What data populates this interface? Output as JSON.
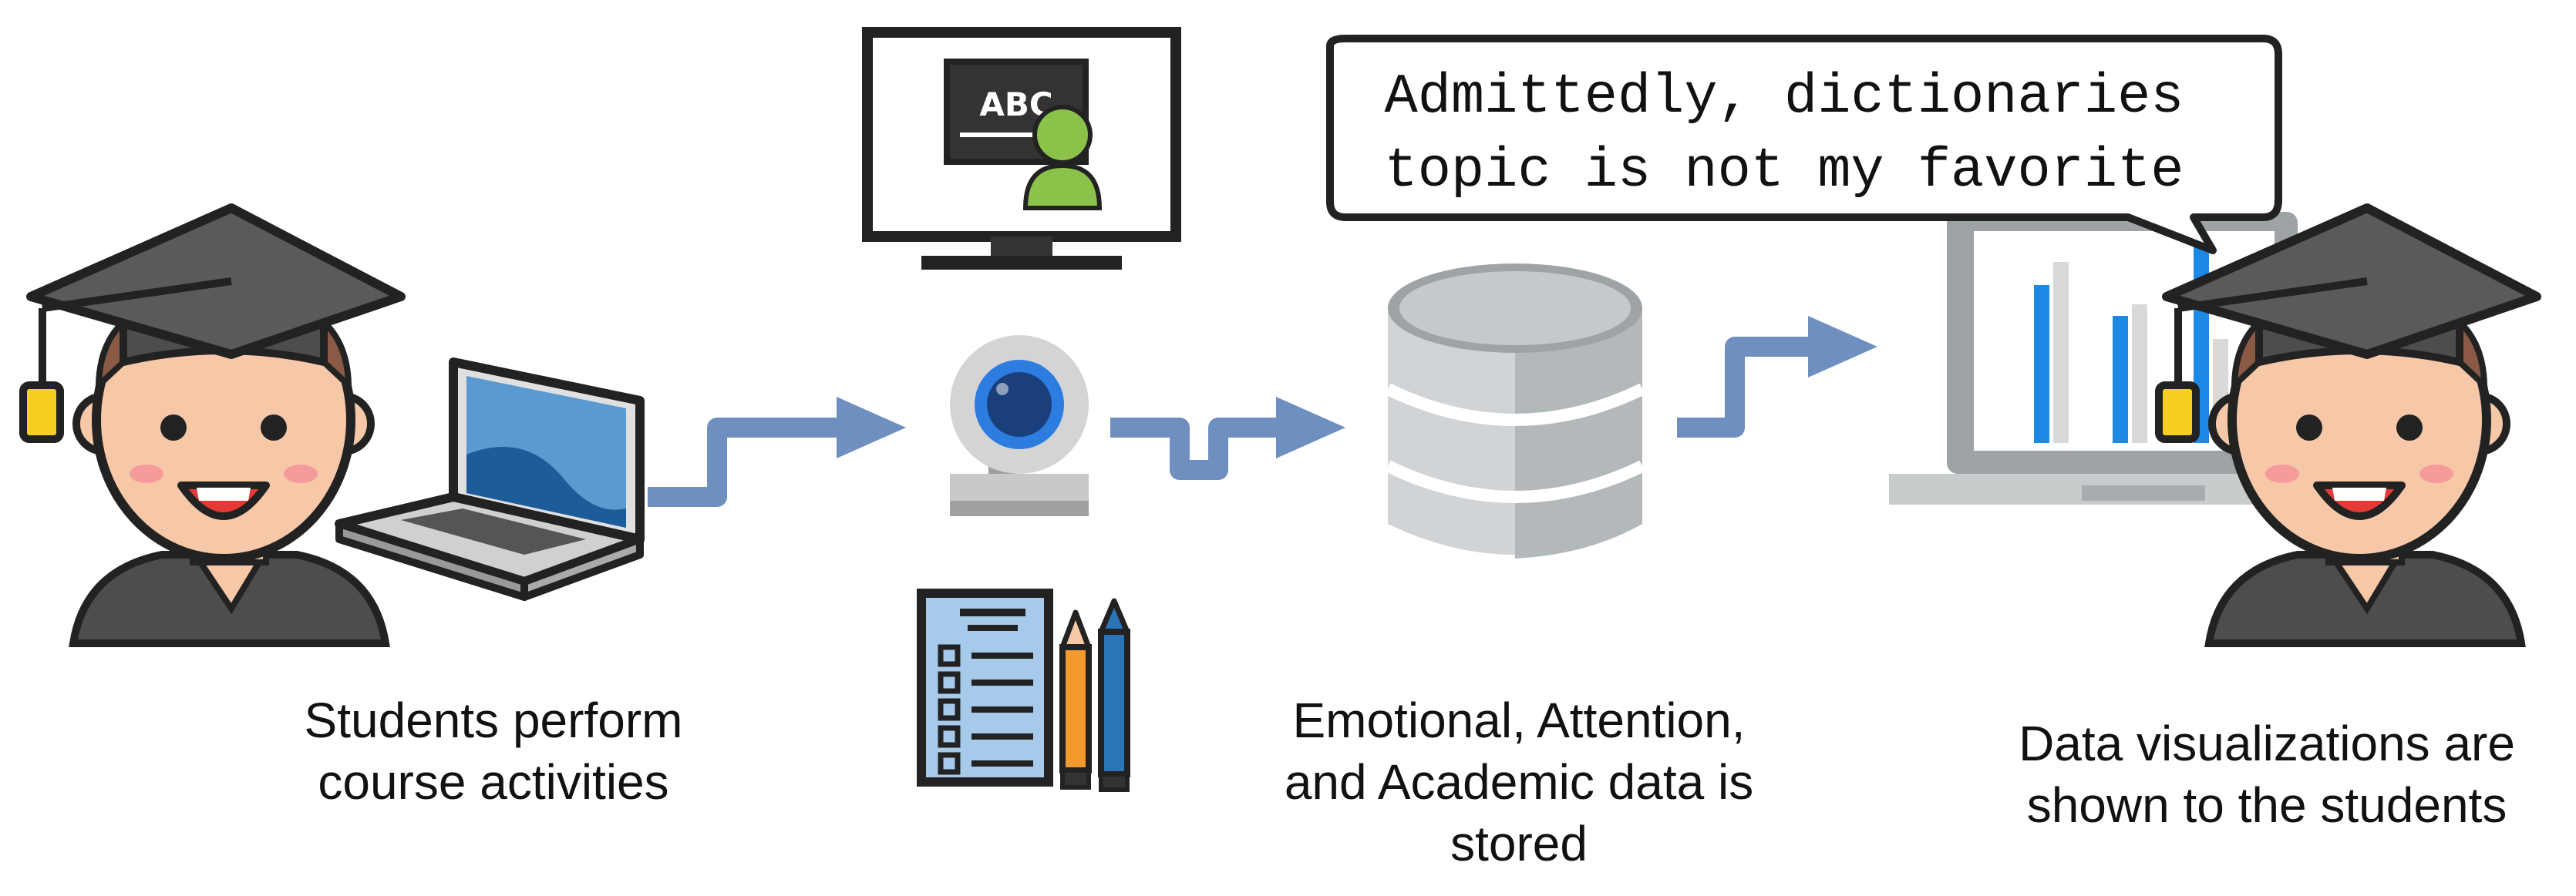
{
  "speech_bubble": {
    "line1": "Admittedly, dictionaries",
    "line2": "topic is not my favorite"
  },
  "monitor": {
    "board_text": "ABC"
  },
  "captions": {
    "students": {
      "line1": "Students perform",
      "line2": "course activities"
    },
    "storage": {
      "line1": "Emotional, Attention,",
      "line2": "and Academic data is",
      "line3": "stored"
    },
    "visualization": {
      "line1": "Data visualizations are",
      "line2": "shown to the students"
    }
  },
  "colors": {
    "arrow": "#6f8fc1",
    "cap": "#4d4d4d",
    "skin": "#f7c8a8",
    "database": "#bfc3c5",
    "bar_blue": "#1e88e5",
    "bar_gray": "#d9d9d9",
    "laptop_screen": "#5b9ad0",
    "monitor_green": "#8bc34a"
  },
  "icons": [
    "student-icon",
    "laptop-icon",
    "monitor-teacher-icon",
    "webcam-icon",
    "checklist-icon",
    "pencils-icon",
    "database-icon",
    "bar-chart-laptop-icon",
    "speech-bubble"
  ]
}
